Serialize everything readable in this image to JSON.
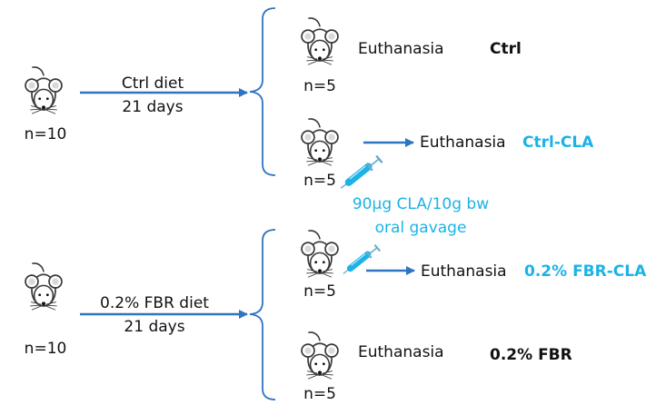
{
  "colors": {
    "arrow": "#2f74c0",
    "accent": "#1bb3e6",
    "text": "#111111",
    "mouse_outline": "#3a3a3a",
    "mouse_ear_inner": "#d9d9d9"
  },
  "icons": {
    "mouse": "mouse-icon",
    "syringe": "syringe-icon"
  },
  "group_top": {
    "start_count": "n=10",
    "diet": "Ctrl diet",
    "duration": "21 days",
    "branch_a": {
      "count": "n=5",
      "action": "Euthanasia",
      "label": "Ctrl"
    },
    "branch_b": {
      "count": "n=5",
      "action": "Euthanasia",
      "label": "Ctrl-CLA"
    }
  },
  "treatment": {
    "dose": "90µg CLA/10g bw",
    "route": "oral gavage"
  },
  "group_bottom": {
    "start_count": "n=10",
    "diet": "0.2% FBR diet",
    "duration": "21 days",
    "branch_a": {
      "count": "n=5",
      "action": "Euthanasia",
      "label": "0.2% FBR-CLA"
    },
    "branch_b": {
      "count": "n=5",
      "action": "Euthanasia",
      "label": "0.2% FBR"
    }
  }
}
